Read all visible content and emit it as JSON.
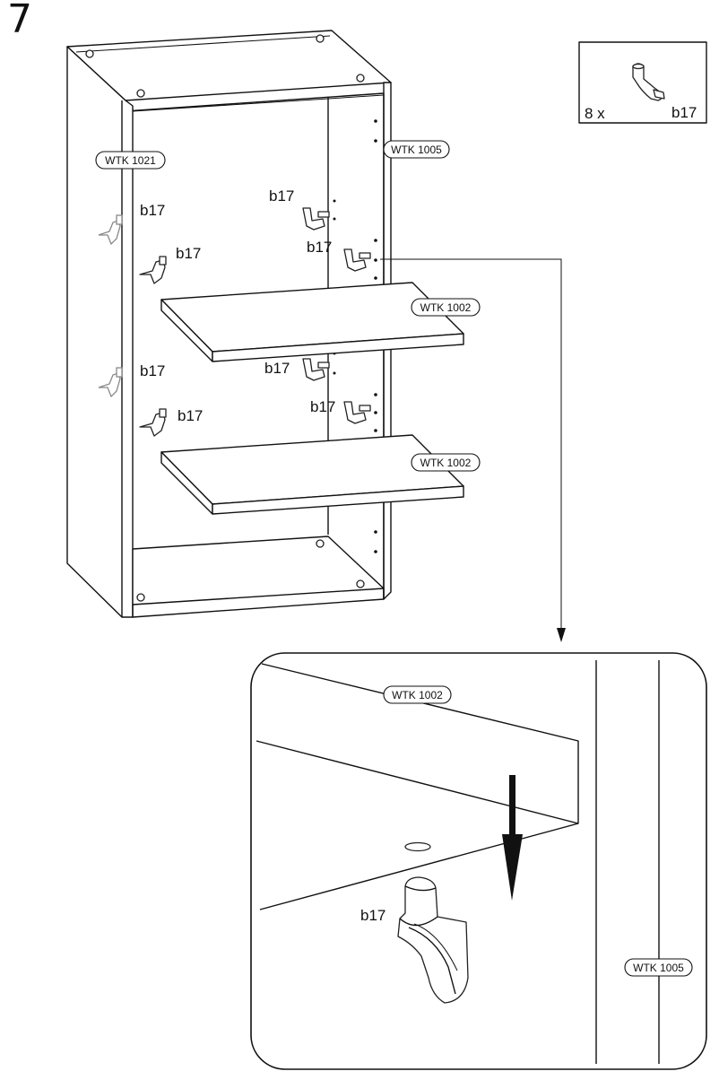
{
  "step_number": "7",
  "parts_box": {
    "quantity": "8 x",
    "part_code": "b17"
  },
  "part_labels": {
    "side_left": "WTK 1021",
    "side_right": "WTK 1005",
    "shelf_upper": "WTK 1002",
    "shelf_lower": "WTK 1002",
    "detail_shelf": "WTK 1002",
    "detail_side": "WTK 1005"
  },
  "pin_labels": {
    "left_upper_back": "b17",
    "left_upper_front": "b17",
    "left_lower_back": "b17",
    "left_lower_front": "b17",
    "right_upper_back": "b17",
    "right_upper_front": "b17",
    "right_lower_back": "b17",
    "right_lower_front": "b17",
    "detail_pin": "b17"
  }
}
